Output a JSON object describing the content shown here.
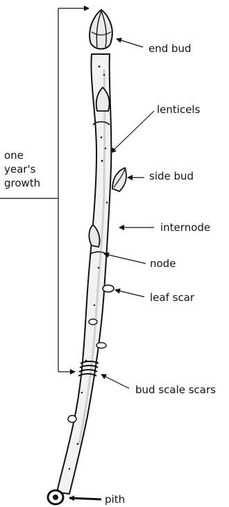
{
  "labels": {
    "end_bud": "end bud",
    "lenticels": "lenticels",
    "side_bud": "side bud",
    "internode": "internode",
    "node": "node",
    "leaf_scar": "leaf scar",
    "bud_scale_scars": "bud scale scars",
    "pith": "pith"
  },
  "bracket_label": {
    "line1": "one",
    "line2": "year's",
    "line3": "growth"
  },
  "colors": {
    "ink": "#111111",
    "bark": "#f2f2f2",
    "bark_shadow": "#cfcfcf"
  }
}
